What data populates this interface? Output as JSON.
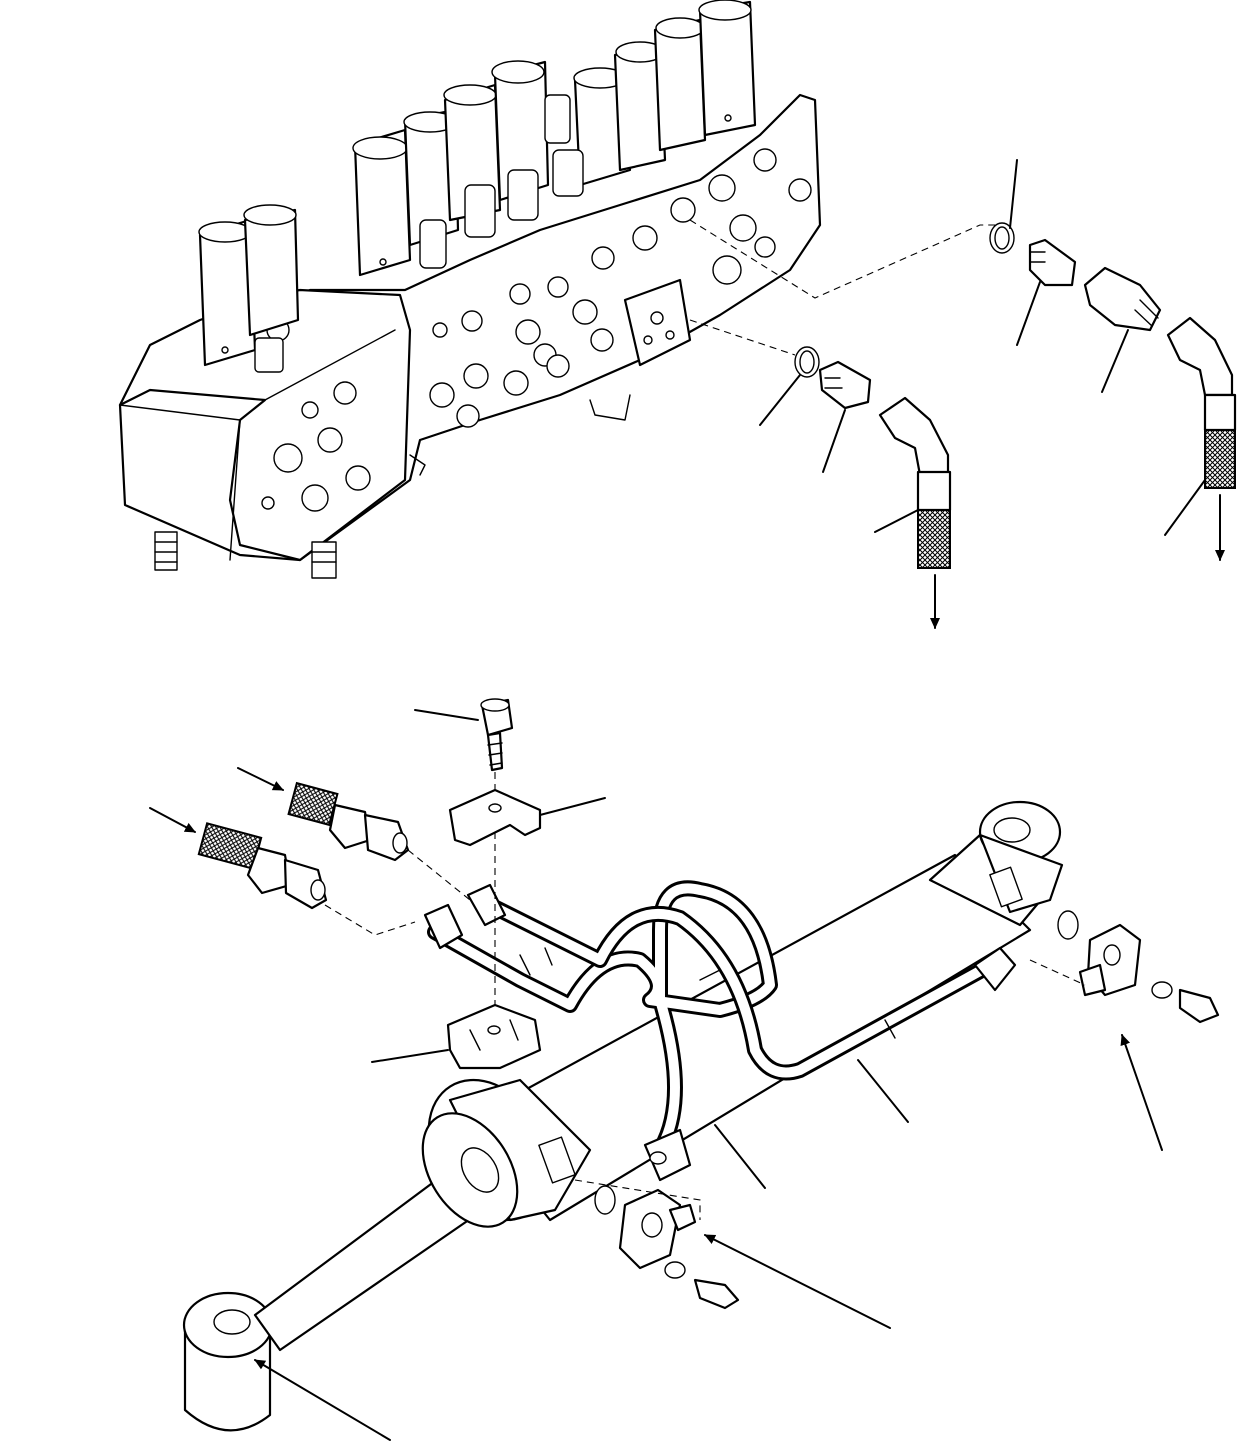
{
  "figure": {
    "description_visible_text": [],
    "background": "#ffffff",
    "line_color": "#000000"
  },
  "parts": {
    "control_valve": {
      "icon": "control-valve-block-icon"
    },
    "upper_right_line": [
      "o-ring",
      "adapter",
      "nipple",
      "elbow-hose"
    ],
    "upper_middle_line": [
      "o-ring",
      "adapter",
      "elbow-hose"
    ],
    "cylinder_assembly": [
      "bolt",
      "clamp-upper",
      "clamp-lower",
      "hose-a",
      "hose-b",
      "tube-a",
      "tube-b",
      "flange-rod-end",
      "flange-head-end",
      "cylinder"
    ]
  }
}
